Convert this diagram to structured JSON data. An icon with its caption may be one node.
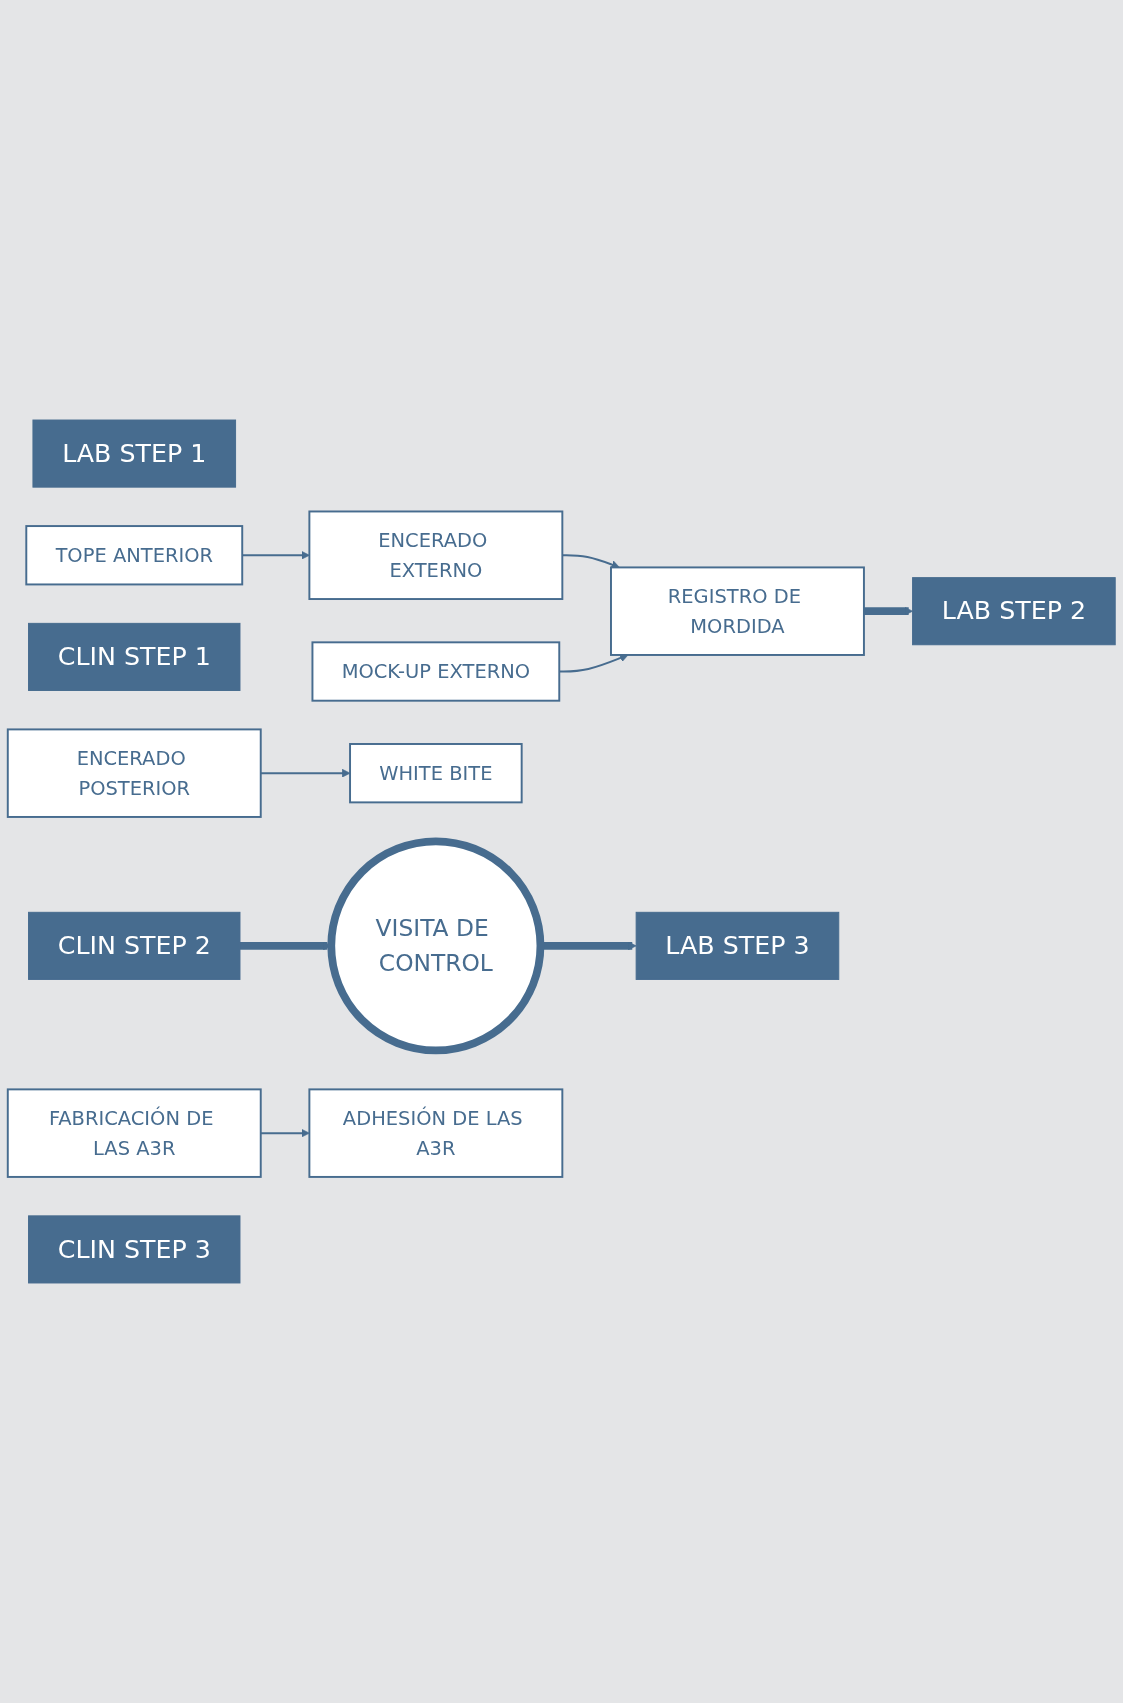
{
  "diagram": {
    "nodes": [
      {
        "text": [
          "LAB STEP 1"
        ]
      },
      {
        "text": [
          "TOPE ANTERIOR"
        ]
      },
      {
        "text": [
          "ENCERADO EXTERNO"
        ]
      },
      {
        "text": [
          "CLIN STEP 1"
        ]
      },
      {
        "text": [
          "MOCK-UP EXTERNO"
        ]
      },
      {
        "text": [
          "REGISTRO DE MORDIDA"
        ]
      },
      {
        "text": [
          "LAB STEP 2"
        ]
      },
      {
        "text": [
          "ENCERADO POSTERIOR"
        ]
      },
      {
        "text": [
          "CLIN STEP 2"
        ]
      },
      {
        "text": [
          "WHITE BITE"
        ]
      },
      {
        "text": [
          "VISITA DE CONTROL"
        ]
      },
      {
        "text": [
          "LAB STEP 3"
        ]
      },
      {
        "text": [
          "FABRICACIÓN DE LAS A3R"
        ]
      },
      {
        "text": [
          "CLIN STEP 3"
        ]
      },
      {
        "text": [
          "ADHESIÓN DE LAS A3R"
        ]
      }
    ],
    "edges": [
      {
        "from": 1,
        "to": 2,
        "arrow": "to"
      },
      {
        "from": 2,
        "to": 5,
        "arrow": "to"
      },
      {
        "from": 4,
        "to": 5,
        "arrow": "to"
      },
      {
        "from": 5,
        "to": 6,
        "arrow": "to",
        "style": "thick"
      },
      {
        "from": 7,
        "to": 9,
        "arrow": "to"
      },
      {
        "from": 8,
        "to": 10,
        "arrow": "to",
        "style": "thick"
      },
      {
        "from": 10,
        "to": 11,
        "arrow": "to",
        "style": "thick"
      },
      {
        "from": 12,
        "to": 14,
        "arrow": "to"
      }
    ]
  }
}
